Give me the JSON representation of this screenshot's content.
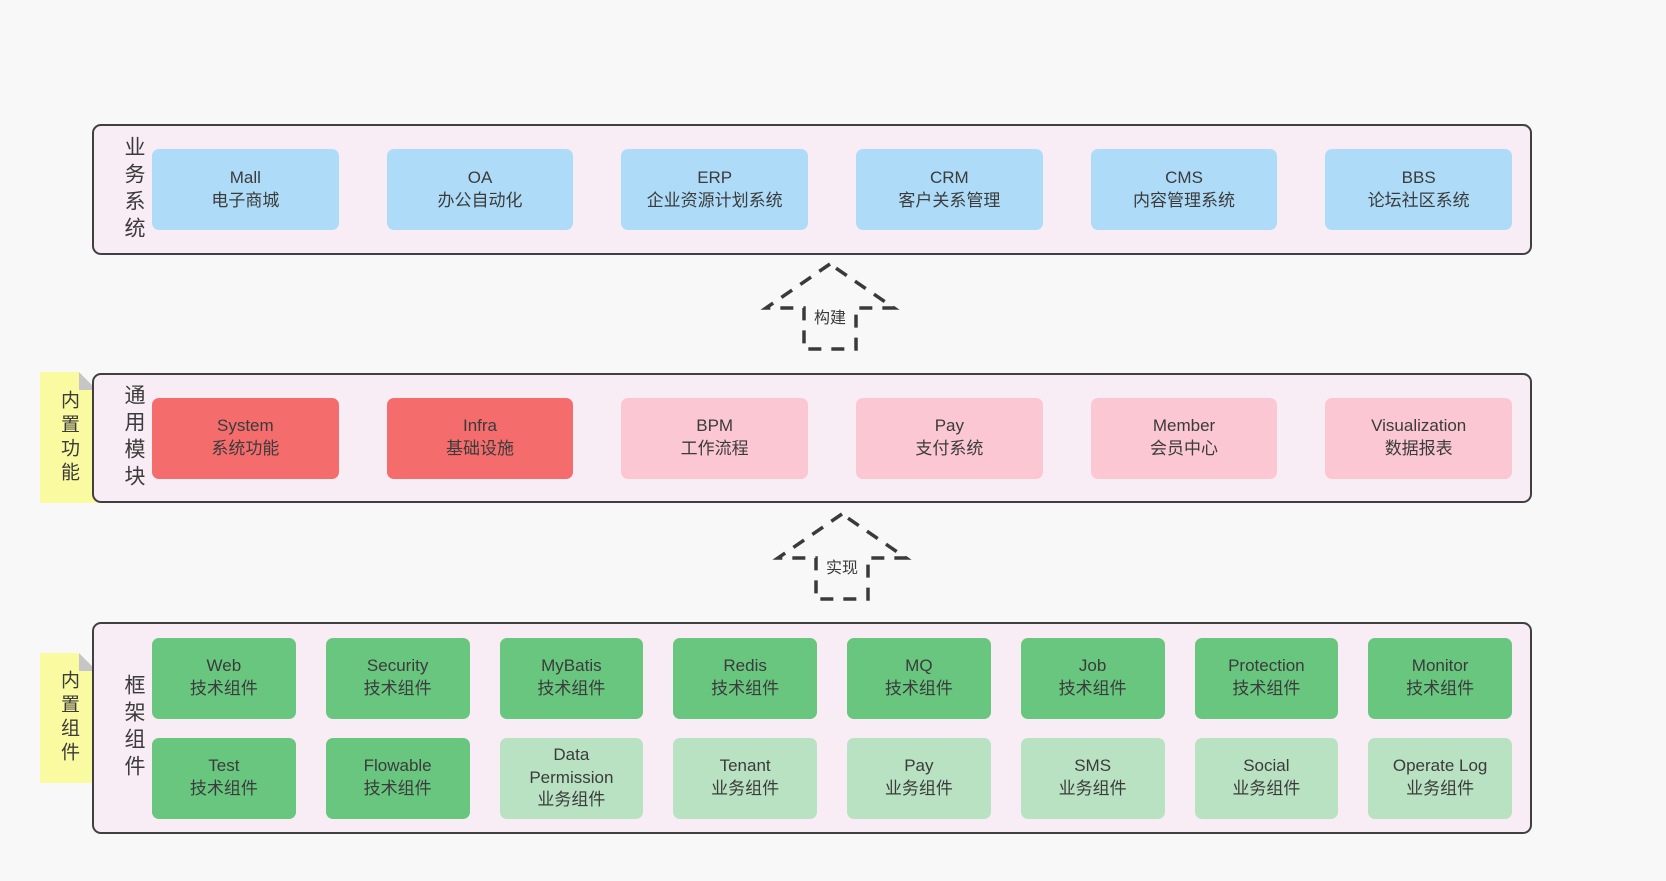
{
  "colors": {
    "page_bg": "#f8f8f8",
    "panel_bg": "#f9edf5",
    "panel_border": "#404040",
    "blue_box": "#aedcf8",
    "red_box": "#f56c6c",
    "pink_box": "#fbc7d2",
    "green_box": "#68c67f",
    "lightgreen_box": "#b9e2c3",
    "sticky_tab": "#fafaa0",
    "tab_fold": "#c6c6c6",
    "text": "#3b3b3b"
  },
  "arrows": [
    {
      "label": "构建"
    },
    {
      "label": "实现"
    }
  ],
  "sections": [
    {
      "id": "business-systems",
      "label": "业务系统",
      "rows": [
        [
          {
            "name": "Mall",
            "desc": "电子商城",
            "variant": "blue"
          },
          {
            "name": "OA",
            "desc": "办公自动化",
            "variant": "blue"
          },
          {
            "name": "ERP",
            "desc": "企业资源计划系统",
            "variant": "blue"
          },
          {
            "name": "CRM",
            "desc": "客户关系管理",
            "variant": "blue"
          },
          {
            "name": "CMS",
            "desc": "内容管理系统",
            "variant": "blue"
          },
          {
            "name": "BBS",
            "desc": "论坛社区系统",
            "variant": "blue"
          }
        ]
      ]
    },
    {
      "id": "common-modules",
      "label": "通用模块",
      "tab": "内置功能",
      "rows": [
        [
          {
            "name": "System",
            "desc": "系统功能",
            "variant": "red"
          },
          {
            "name": "Infra",
            "desc": "基础设施",
            "variant": "red"
          },
          {
            "name": "BPM",
            "desc": "工作流程",
            "variant": "pink"
          },
          {
            "name": "Pay",
            "desc": "支付系统",
            "variant": "pink"
          },
          {
            "name": "Member",
            "desc": "会员中心",
            "variant": "pink"
          },
          {
            "name": "Visualization",
            "desc": "数据报表",
            "variant": "pink"
          }
        ]
      ]
    },
    {
      "id": "framework-components",
      "label": "框架组件",
      "tab": "内置组件",
      "rows": [
        [
          {
            "name": "Web",
            "desc": "技术组件",
            "variant": "green"
          },
          {
            "name": "Security",
            "desc": "技术组件",
            "variant": "green"
          },
          {
            "name": "MyBatis",
            "desc": "技术组件",
            "variant": "green"
          },
          {
            "name": "Redis",
            "desc": "技术组件",
            "variant": "green"
          },
          {
            "name": "MQ",
            "desc": "技术组件",
            "variant": "green"
          },
          {
            "name": "Job",
            "desc": "技术组件",
            "variant": "green"
          },
          {
            "name": "Protection",
            "desc": "技术组件",
            "variant": "green"
          },
          {
            "name": "Monitor",
            "desc": "技术组件",
            "variant": "green"
          }
        ],
        [
          {
            "name": "Test",
            "desc": "技术组件",
            "variant": "green"
          },
          {
            "name": "Flowable",
            "desc": "技术组件",
            "variant": "green"
          },
          {
            "name": "Data Permission",
            "desc": "业务组件",
            "variant": "lightgreen"
          },
          {
            "name": "Tenant",
            "desc": "业务组件",
            "variant": "lightgreen"
          },
          {
            "name": "Pay",
            "desc": "业务组件",
            "variant": "lightgreen"
          },
          {
            "name": "SMS",
            "desc": "业务组件",
            "variant": "lightgreen"
          },
          {
            "name": "Social",
            "desc": "业务组件",
            "variant": "lightgreen"
          },
          {
            "name": "Operate Log",
            "desc": "业务组件",
            "variant": "lightgreen"
          }
        ]
      ]
    }
  ]
}
